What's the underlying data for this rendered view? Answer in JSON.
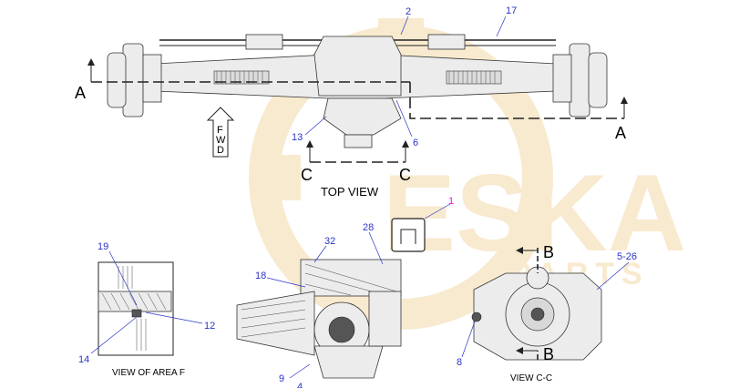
{
  "callouts": {
    "c2": "2",
    "c17": "17",
    "c13": "13",
    "c6": "6",
    "c1": "1",
    "c28": "28",
    "c32": "32",
    "c18": "18",
    "c19": "19",
    "c12": "12",
    "c14": "14",
    "c9": "9",
    "c4": "4",
    "c8": "8",
    "c5_26": "5-26"
  },
  "sections": {
    "a_left": "A",
    "a_right": "A",
    "c_left": "C",
    "c_right": "C",
    "b_top": "B",
    "b_bottom": "B"
  },
  "fwd": {
    "f": "F",
    "w": "W",
    "d": "D"
  },
  "captions": {
    "top_view": "TOP VIEW",
    "view_area_f": "VIEW OF AREA F",
    "view_cc": "VIEW C-C"
  },
  "watermark": {
    "text_main": "ESKA",
    "text_sub": "PARTS"
  },
  "colors": {
    "callout": "#2a35c8",
    "highlight": "#ff00ff",
    "watermark": "#f3d9a8"
  }
}
